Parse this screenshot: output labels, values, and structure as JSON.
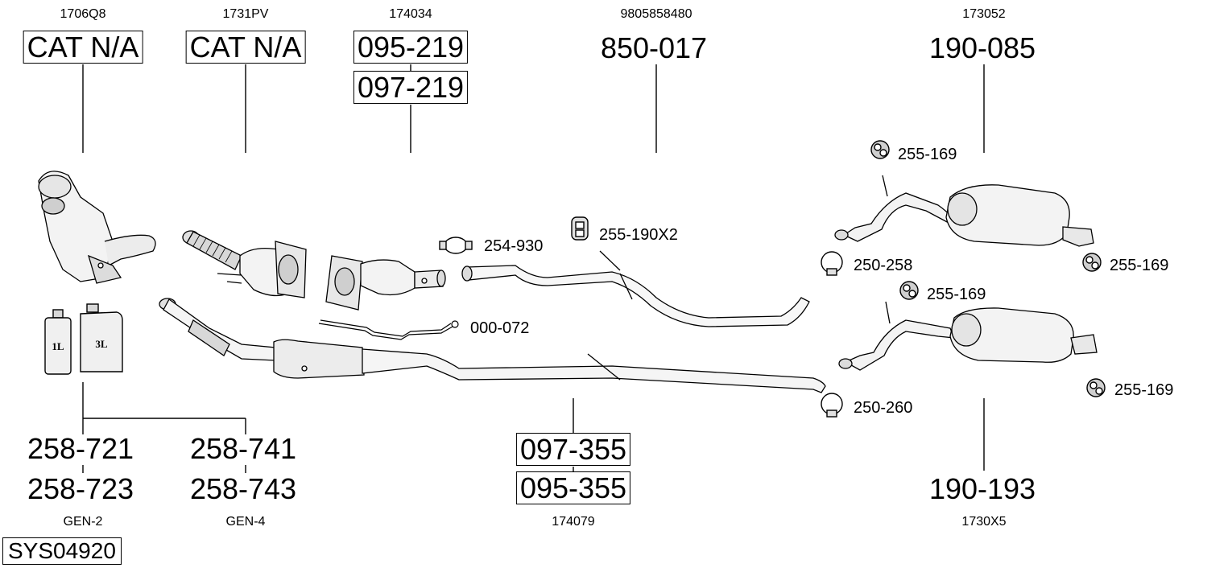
{
  "diagram": {
    "top_refs": [
      "1706Q8",
      "1731PV",
      "174034",
      "9805858480",
      "173052"
    ],
    "top_parts": {
      "cat1": "CAT N/A",
      "cat2": "CAT N/A",
      "p3a": "095-219",
      "p3b": "097-219",
      "p4": "850-017",
      "p5": "190-085"
    },
    "accessories": {
      "clamp_254_930": "254-930",
      "mount_255_190x2": "255-190X2",
      "pipe_000_072": "000-072",
      "rubber_255_169_a": "255-169",
      "clamp_250_258": "250-258",
      "rubber_255_169_b": "255-169",
      "rubber_255_169_c": "255-169",
      "clamp_250_260": "250-260",
      "rubber_255_169_d": "255-169"
    },
    "oil_labels": [
      "1L",
      "3L"
    ],
    "bottom_parts": {
      "gen2_a": "258-721",
      "gen2_b": "258-723",
      "gen4_a": "258-741",
      "gen4_b": "258-743",
      "mid_a": "097-355",
      "mid_b": "095-355",
      "rear": "190-193"
    },
    "bottom_refs": [
      "GEN-2",
      "GEN-4",
      "174079",
      "1730X5"
    ],
    "system_id": "SYS04920"
  }
}
